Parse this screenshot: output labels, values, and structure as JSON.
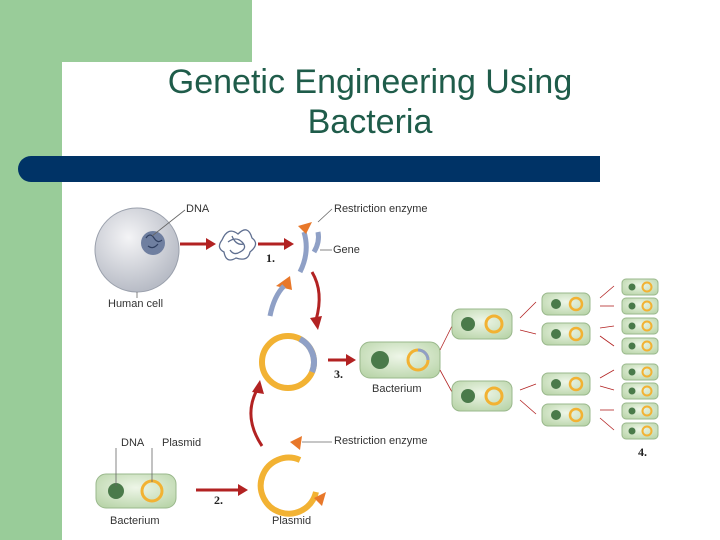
{
  "slide": {
    "title_line1": "Genetic Engineering Using",
    "title_line2": "Bacteria"
  },
  "diagram": {
    "label_dna_top": "DNA",
    "label_restriction_enzyme_top": "Restriction enzyme",
    "label_gene": "Gene",
    "label_human_cell": "Human cell",
    "step1": "1.",
    "step2": "2.",
    "step3": "3.",
    "step4": "4.",
    "label_bacterium_mid": "Bacterium",
    "label_dna_bottom": "DNA",
    "label_plasmid_top": "Plasmid",
    "label_restriction_enzyme_bottom": "Restriction enzyme",
    "label_bacterium_bottom": "Bacterium",
    "label_plasmid_bottom": "Plasmid",
    "colors": {
      "arrow_red": "#b22222",
      "plasmid_orange": "#f2b233",
      "gene_blue": "#7f8fb5",
      "cell_body": "#cfe3c6",
      "enzyme_orange": "#e8782a"
    }
  }
}
